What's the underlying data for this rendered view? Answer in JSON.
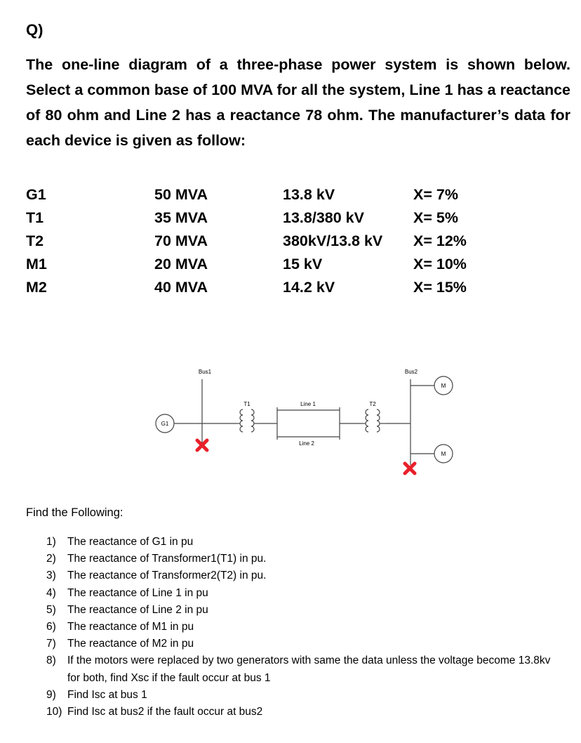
{
  "question_label": "Q)",
  "intro_text": "The one-line diagram of a three-phase power system is shown below. Select a common base of 100 MVA for all the system, Line 1 has a reactance of 80 ohm and Line 2 has a reactance 78 ohm. The manufacturer’s data for each device is given as follow:",
  "devices": [
    {
      "name": "G1",
      "mva": "50 MVA",
      "kv": "13.8 kV",
      "x": "X= 7%"
    },
    {
      "name": "T1",
      "mva": "35 MVA",
      "kv": "13.8/380 kV",
      "x": "X= 5%"
    },
    {
      "name": "T2",
      "mva": "70 MVA",
      "kv": "380kV/13.8 kV",
      "x": "X= 12%"
    },
    {
      "name": "M1",
      "mva": "20 MVA",
      "kv": "15 kV",
      "x": "X= 10%"
    },
    {
      "name": "M2",
      "mva": "40 MVA",
      "kv": "14.2 kV",
      "x": "X= 15%"
    }
  ],
  "diagram": {
    "bus1": "Bus1",
    "bus2": "Bus2",
    "g1": "G1",
    "t1": "T1",
    "t2": "T2",
    "line1": "Line 1",
    "line2": "Line 2",
    "motor": "M",
    "fault_color": "#e8202a"
  },
  "find_title": "Find the Following:",
  "tasks": [
    {
      "num": "1)",
      "text": "The reactance of G1 in pu"
    },
    {
      "num": "2)",
      "text": "The reactance of Transformer1(T1) in pu."
    },
    {
      "num": "3)",
      "text": "The reactance of Transformer2(T2) in pu."
    },
    {
      "num": "4)",
      "text": "The reactance of Line 1 in pu"
    },
    {
      "num": "5)",
      "text": "The reactance of Line 2 in pu"
    },
    {
      "num": "6)",
      "text": "The reactance of M1 in pu"
    },
    {
      "num": "7)",
      "text": "The reactance of M2 in pu"
    },
    {
      "num": "8)",
      "text": "If the motors were replaced by two generators with same the data unless the voltage become 13.8kv for both, find Xsc if the fault occur at bus 1"
    },
    {
      "num": "9)",
      "text": "Find Isc at bus 1"
    },
    {
      "num": "10)",
      "text": "Find Isc at bus2 if the fault occur at bus2"
    }
  ]
}
